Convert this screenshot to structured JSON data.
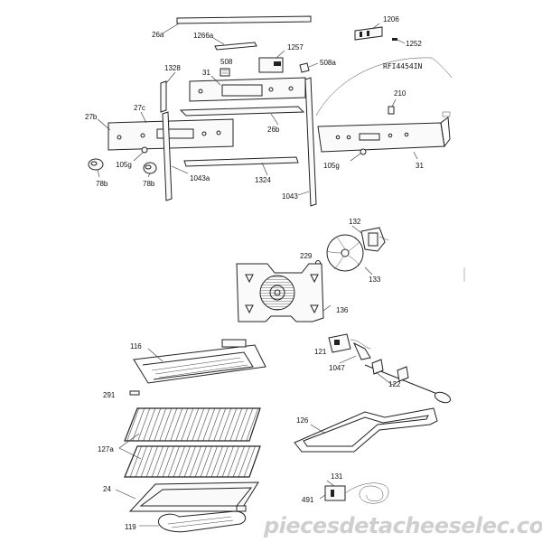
{
  "model": "RFI4454IN",
  "watermark": "piecesdetacheeselec.com",
  "labels": {
    "l_26a": "26a",
    "l_1266a": "1266a",
    "l_1257": "1257",
    "l_1206": "1206",
    "l_1252": "1252",
    "l_508_left": "508",
    "l_508a": "508a",
    "l_1328": "1328",
    "l_31_top": "31",
    "l_210": "210",
    "l_27c": "27c",
    "l_27b": "27b",
    "l_26b": "26b",
    "l_1324": "1324",
    "l_105g_left": "105g",
    "l_1043a": "1043a",
    "l_78b_left": "78b",
    "l_78b_mid": "78b",
    "l_1043": "1043",
    "l_105g_right": "105g",
    "l_31_right": "31",
    "l_132": "132",
    "l_229": "229",
    "l_133": "133",
    "l_136": "136",
    "l_116": "116",
    "l_121": "121",
    "l_1047": "1047",
    "l_291": "291",
    "l_122": "122",
    "l_126": "126",
    "l_127a": "127a",
    "l_24": "24",
    "l_131": "131",
    "l_491": "491",
    "l_119": "119"
  }
}
